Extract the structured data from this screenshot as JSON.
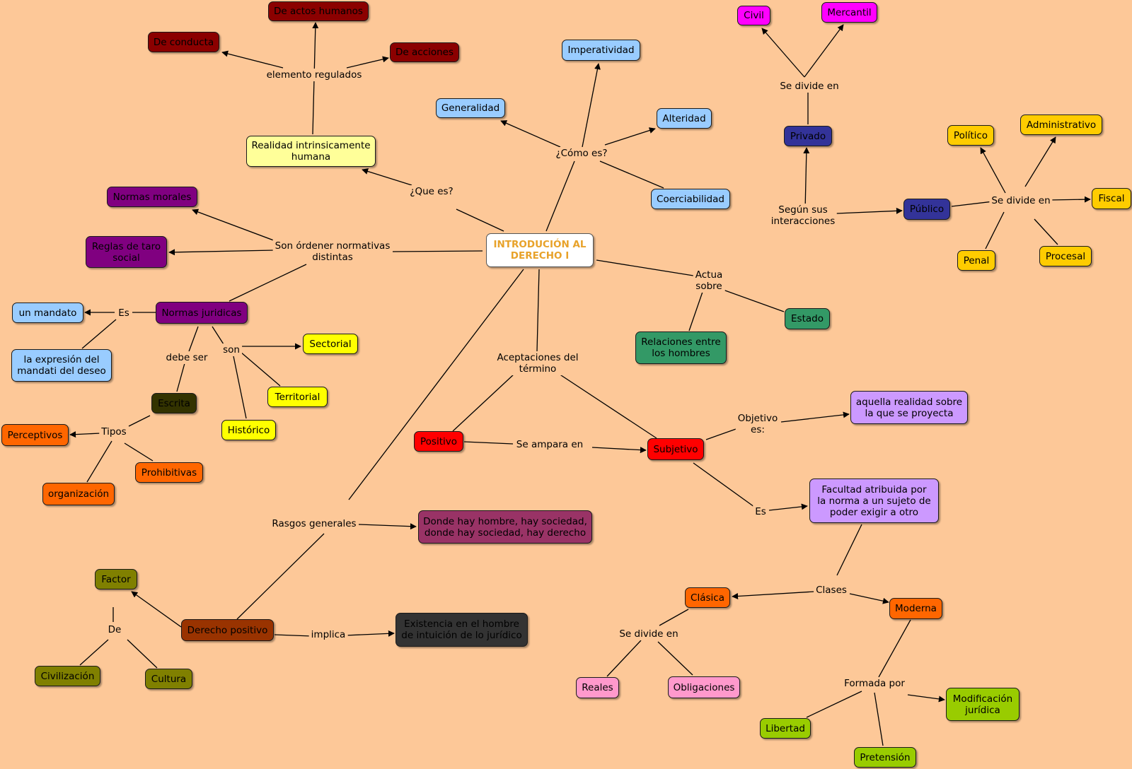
{
  "colors": {
    "background": "#fdc898",
    "root_fill": "#ffffff",
    "root_text": "#e8a22a",
    "dark_red": "#8b0000",
    "light_yellow": "#ffff99",
    "light_blue": "#99ccff",
    "magenta": "#ff00ff",
    "navy": "#333399",
    "gold": "#ffcc00",
    "purple": "#800080",
    "green": "#339966",
    "yellow": "#ffff00",
    "dark_olive": "#333300",
    "orange": "#ff6600",
    "red": "#ff0000",
    "lavender": "#cc99ff",
    "wine": "#993366",
    "olive": "#808000",
    "brown": "#993300",
    "dark_gray": "#333333",
    "pink": "#ff99cc",
    "lime": "#99cc00"
  },
  "nodes": {
    "root": "INTRODUCIÓN AL\nDERECHO I",
    "de_actos_humanos": "De actos humanos",
    "de_conducta": "De conducta",
    "de_acciones": "De acciones",
    "realidad_intrinsicamente": "Realidad intrinsicamente\nhumana",
    "imperatividad": "Imperatividad",
    "generalidad": "Generalidad",
    "alteridad": "Alteridad",
    "coerciabilidad": "Coerciabilidad",
    "civil": "Civil",
    "mercantil": "Mercantil",
    "privado": "Privado",
    "politico": "Político",
    "administrativo": "Administrativo",
    "fiscal": "Fiscal",
    "publico": "Público",
    "penal": "Penal",
    "procesal": "Procesal",
    "normas_morales": "Normas morales",
    "reglas_de_taro": "Reglas de taro\nsocial",
    "normas_juridicas": "Normas juridicas",
    "un_mandato": "un mandato",
    "la_expresion": "la expresión del\nmandati del deseo",
    "sectorial": "Sectorial",
    "territorial": "Territorial",
    "historico": "Histórico",
    "escrita": "Escrita",
    "perceptivos": "Perceptivos",
    "prohibitivas": "Prohibitivas",
    "organizacion": "organización",
    "estado": "Estado",
    "relaciones_entre": "Relaciones entre\nlos hombres",
    "aquella_realidad": "aquella realidad sobre\nla que se proyecta",
    "positivo": "Positivo",
    "subjetivo": "Subjetivo",
    "facultad_atribuida": "Facultad atribuida por\nla norma a un sujeto de\npoder exigir a otro",
    "donde_hay_hombre": "Donde hay hombre, hay sociedad,\ndonde hay sociedad, hay derecho",
    "factor": "Factor",
    "derecho_positivo": "Derecho positivo",
    "existencia": "Existencia en el hombre\nde intuición de lo jurídico",
    "civilizacion": "Civilización",
    "cultura": "Cultura",
    "clasica": "Clásica",
    "moderna": "Moderna",
    "reales": "Reales",
    "obligaciones": "Obligaciones",
    "modificacion": "Modificación\njurídica",
    "libertad": "Libertad",
    "pretension": "Pretensión"
  },
  "labels": {
    "elemento_regulados": "elemento regulados",
    "que_es": "¿Que es?",
    "como_es": "¿Cómo es?",
    "se_divide_en_privado": "Se divide en",
    "segun_sus": "Según sus\ninteracciones",
    "se_divide_en_publico": "Se divide en",
    "son_ordener": "Son órdener normativas\ndistintas",
    "es_mandato": "Es",
    "debe_ser": "debe ser",
    "son": "son",
    "tipos": "Tipos",
    "actua_sobre": "Actua\nsobre",
    "aceptaciones": "Aceptaciones del\ntérmino",
    "objetivo_es": "Objetivo\nes:",
    "se_ampara_en": "Se ampara en",
    "es_facultad": "Es",
    "rasgos_generales": "Rasgos generales",
    "de": "De",
    "implica": "implica",
    "clases": "Clases",
    "se_divide_en_clasica": "Se divide en",
    "formada_por": "Formada por"
  }
}
